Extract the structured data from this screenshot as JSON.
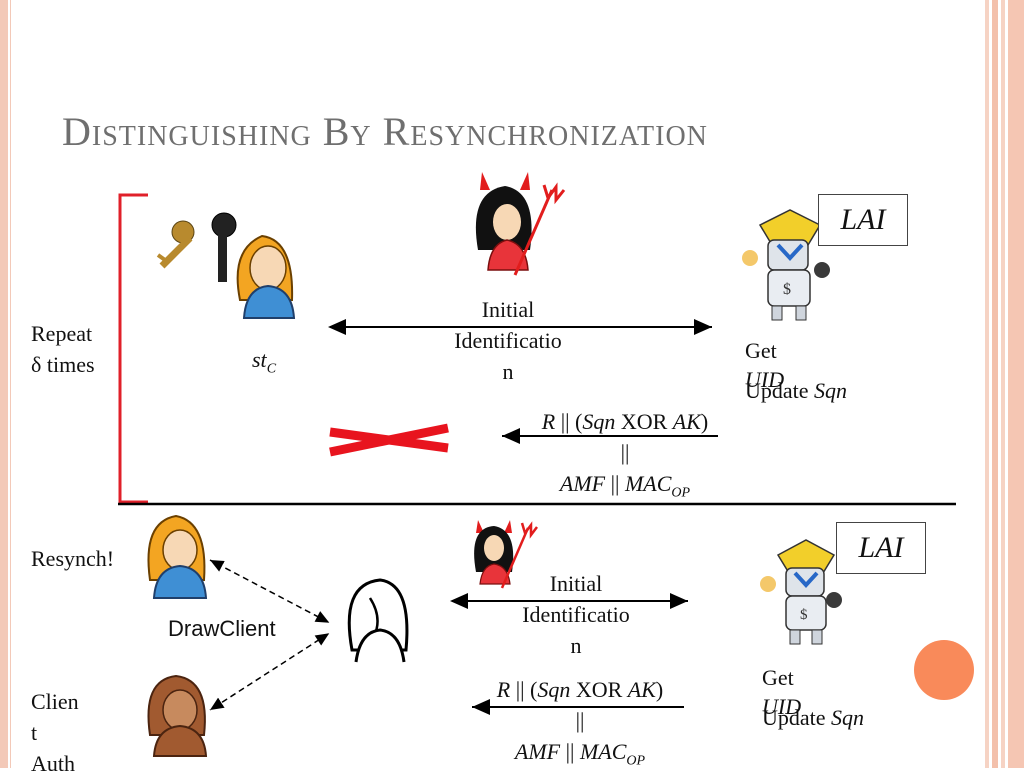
{
  "slide": {
    "title": "Distinguishing By Resynchronization"
  },
  "top": {
    "repeat_line1": "Repeat",
    "repeat_line2": "δ times",
    "state_label": "st",
    "state_sub": "C",
    "initial_identification": [
      "Initial",
      "Identificatio",
      "n"
    ],
    "get_uid": "Get",
    "uid": "UID",
    "update": "Update",
    "sqn": "Sqn",
    "lai": "LAI",
    "message": {
      "line1_r": "R",
      "line1_mid": " || (",
      "line1_sqn": "Sqn",
      "line1_xor": " XOR ",
      "line1_ak": "AK",
      "line1_end": ")",
      "line2": "||",
      "line3_amf": "AMF",
      "line3_mid": " || ",
      "line3_mac": "MAC",
      "line3_sub": "OP"
    }
  },
  "bottom": {
    "resynch": "Resynch!",
    "drawclient": "DrawClient",
    "client_auth": [
      "Clien",
      "t",
      "Auth"
    ],
    "initial_identification": [
      "Initial",
      "Identificatio",
      "n"
    ],
    "get_uid": "Get",
    "uid": "UID",
    "update": "Update",
    "sqn": "Sqn",
    "lai": "LAI",
    "message": {
      "line1_r": "R",
      "line1_mid": " || (",
      "line1_sqn": "Sqn",
      "line1_xor": " XOR ",
      "line1_ak": "AK",
      "line1_end": ")",
      "line2": "||",
      "line3_amf": "AMF",
      "line3_mid": " || ",
      "line3_mac": "MAC",
      "line3_sub": "OP"
    }
  },
  "colors": {
    "title": "#6f6f6f",
    "bracket": "#e0202a",
    "cross": "#e8141e",
    "accent_circle": "#f98a5a",
    "stripe": "#f3c9b8"
  }
}
